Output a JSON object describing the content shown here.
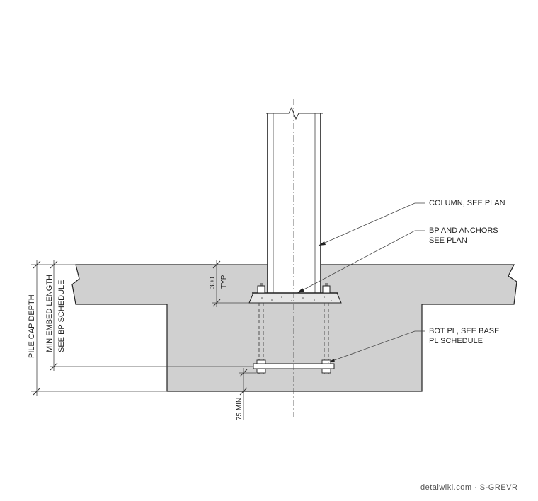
{
  "labels": {
    "column": "COLUMN, SEE PLAN",
    "bp_line1": "BP AND ANCHORS",
    "bp_line2": "SEE PLAN",
    "botpl_line1": "BOT PL, SEE BASE",
    "botpl_line2": "PL SCHEDULE"
  },
  "dimensions": {
    "typ_value": "300",
    "typ_suffix": "TYP",
    "pile_cap_depth": "PILE CAP DEPTH",
    "min_embed_line1": "MIN EMBED LENGTH",
    "min_embed_line2": "SEE BP SCHEDULE",
    "min_75": "75 MIN"
  },
  "watermark": "detalwiki.com · S-GREVR",
  "colors": {
    "concrete": "#d0d0d0",
    "column_fill": "#ffffff",
    "grout": "#e6e6e6",
    "linework": "#222222"
  }
}
